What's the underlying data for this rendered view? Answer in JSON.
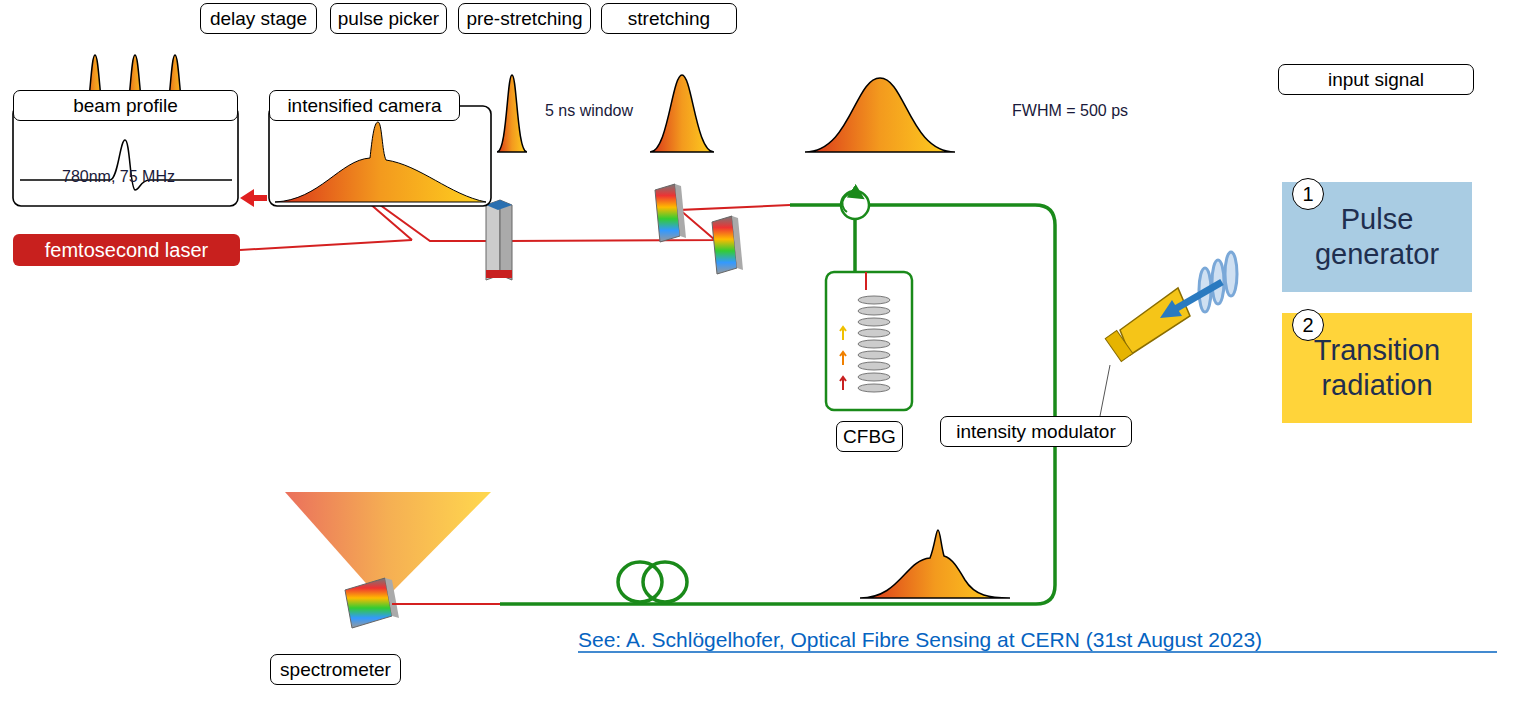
{
  "diagram": {
    "nodes": [
      {
        "text": [
          "delay stage"
        ]
      },
      {
        "text": [
          "pulse picker"
        ]
      },
      {
        "text": [
          "pre-stretching"
        ]
      },
      {
        "text": [
          "stretching"
        ]
      },
      {
        "text": [
          "input signal"
        ]
      },
      {
        "text": [
          "1"
        ]
      },
      {
        "text": [
          "Pulse generator"
        ]
      },
      {
        "text": [
          "2"
        ]
      },
      {
        "text": [
          "Transition radiation"
        ]
      },
      {
        "text": [
          "femtosecond laser"
        ]
      },
      {
        "text": [
          "CFBG"
        ]
      },
      {
        "text": [
          "intensity modulator"
        ]
      },
      {
        "text": [
          "beam profile"
        ]
      },
      {
        "text": [
          "intensified camera"
        ]
      },
      {
        "text": [
          "spectrometer"
        ]
      }
    ],
    "edges": [
      {
        "from": 13,
        "to": 12,
        "arrow": "to"
      }
    ],
    "labels": [
      "780nm, 75 MHz",
      "5 ns window",
      "FWHM = 500 ps",
      "See: A. Schlögelhofer, Optical Fibre Sensing at CERN (31st August 2023)"
    ]
  }
}
